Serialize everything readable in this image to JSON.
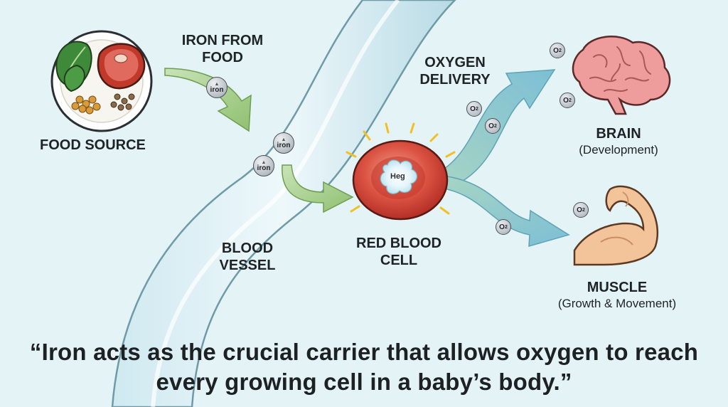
{
  "labels": {
    "food_source": "FOOD SOURCE",
    "iron_from_food": "IRON FROM FOOD",
    "blood_vessel": "BLOOD VESSEL",
    "red_blood_cell": "RED BLOOD CELL",
    "oxygen_delivery": "OXYGEN DELIVERY",
    "brain": "BRAIN",
    "brain_sub": "(Development)",
    "muscle": "MUSCLE",
    "muscle_sub": "(Growth & Movement)"
  },
  "molecules": {
    "iron": "iron",
    "oxygen": "O",
    "oxygen_subscript": "2",
    "hemoglobin": "Heg"
  },
  "quote": "“Iron acts as the crucial carrier that allows oxygen to reach every growing cell in a baby’s body.”",
  "icons": [
    "spinach-icon",
    "steak-icon",
    "lentils-icon",
    "blood-vessel",
    "red-blood-cell-icon",
    "brain-icon",
    "flexed-arm-icon",
    "arrow-icon"
  ],
  "colors": {
    "background": "#e3f3f6",
    "vessel": "#b7dce6",
    "arrow_green": "#9cc97d",
    "arrow_blue": "#8ec6d6",
    "cell_red": "#d94a3d",
    "brain_pink": "#ef9c9c",
    "skin": "#f3c49a"
  }
}
